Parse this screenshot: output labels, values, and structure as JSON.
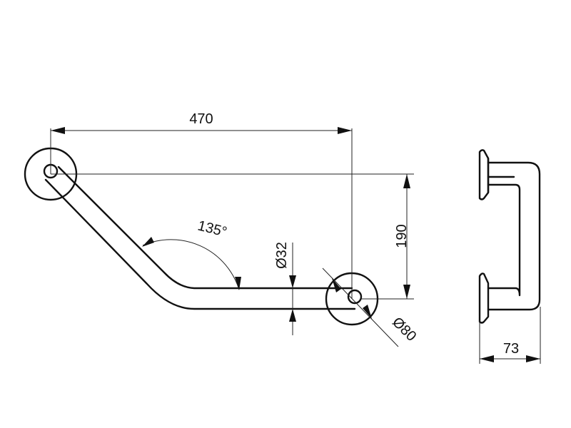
{
  "dimensions": {
    "overall_length": "470",
    "height": "190",
    "angle": "135°",
    "tube_diameter": "Ø32",
    "flange_diameter": "Ø80",
    "projection": "73"
  },
  "colors": {
    "line": "#111111",
    "background": "#ffffff"
  }
}
